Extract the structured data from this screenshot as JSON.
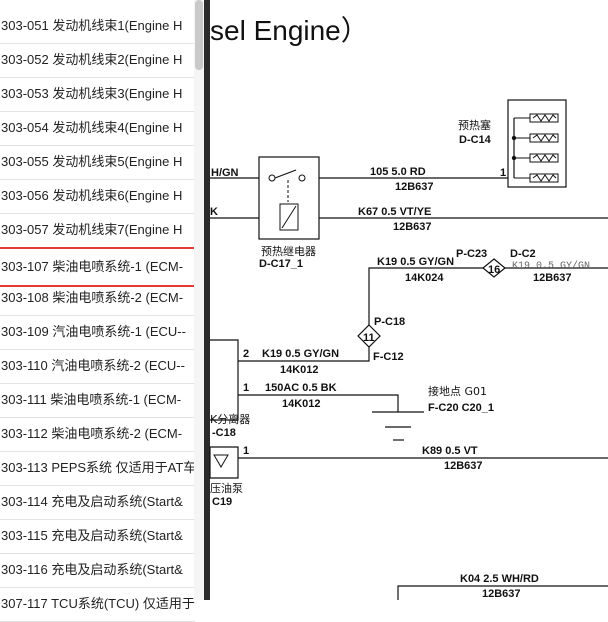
{
  "sidebar": {
    "items": [
      {
        "label": "303-051 发动机线束1(Engine H"
      },
      {
        "label": "303-052 发动机线束2(Engine H"
      },
      {
        "label": "303-053 发动机线束3(Engine H"
      },
      {
        "label": "303-054 发动机线束4(Engine H"
      },
      {
        "label": "303-055 发动机线束5(Engine H"
      },
      {
        "label": "303-056 发动机线束6(Engine H"
      },
      {
        "label": "303-057 发动机线束7(Engine H"
      },
      {
        "label": "303-107 柴油电喷系统-1 (ECM-"
      },
      {
        "label": "303-108 柴油电喷系统-2 (ECM-"
      },
      {
        "label": "303-109 汽油电喷系统-1 (ECU--"
      },
      {
        "label": "303-110 汽油电喷系统-2 (ECU--"
      },
      {
        "label": "303-111 柴油电喷系统-1 (ECM-"
      },
      {
        "label": "303-112 柴油电喷系统-2 (ECM-"
      },
      {
        "label": "303-113 PEPS系统 仅适用于AT车"
      },
      {
        "label": "303-114 充电及启动系统(Start&"
      },
      {
        "label": "303-115 充电及启动系统(Start&"
      },
      {
        "label": "303-116 充电及启动系统(Start&"
      },
      {
        "label": "307-117 TCU系统(TCU) 仅适用于"
      }
    ],
    "selected_index": 7
  },
  "diagram": {
    "title": "sel Engine）",
    "glow_plug": {
      "name": "预热塞",
      "code": "D-C14"
    },
    "relay": {
      "name": "预热继电器",
      "code": "D-C17_1"
    },
    "wires": {
      "w105": "105  5.0  RD",
      "w105_harness": "12B637",
      "w105_pin": "1",
      "wh_gn": "H/GN",
      "k_left": "K",
      "k67": "K67  0.5  VT/YE",
      "k67_harness": "12B637",
      "k19_top": "K19  0.5 GY/GN",
      "k19_top_harness": "14K024",
      "pc23": "P-C23",
      "dc2": "D-C2",
      "k19_right": "K19  0.5  GY/GN",
      "k19_right_harness": "12B637",
      "splice16": "16",
      "splice11": "11",
      "pc18": "P-C18",
      "fc12": "F-C12",
      "k19_mid_pin": "2",
      "k19_mid": "K19 0.5 GY/GN",
      "k19_mid_harness": "14K012",
      "w150_pin": "1",
      "w150": "150AC  0.5  BK",
      "w150_harness": "14K012",
      "ground_name": "接地点 G01",
      "ground_code": "F-C20 C20_1",
      "water_sep": "K分离器",
      "water_sep_code": "-C18",
      "k89_pin": "1",
      "k89": "K89  0.5  VT",
      "k89_harness": "12B637",
      "pump": "压油泵",
      "pump_code": "C19",
      "k04": "K04  2.5  WH/RD",
      "k04_harness": "12B637"
    }
  }
}
